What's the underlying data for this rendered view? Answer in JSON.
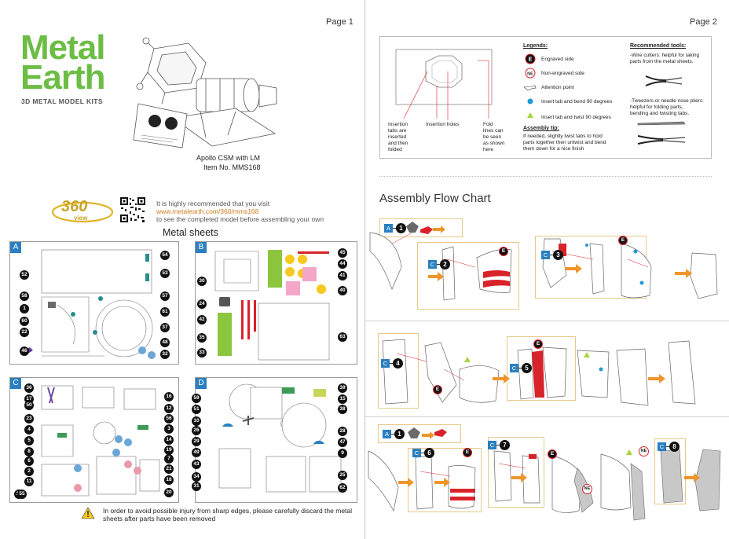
{
  "page1": {
    "page_label": "Page 1",
    "logo": {
      "line1": "Metal",
      "line2": "Earth",
      "tagline": "3D METAL MODEL KITS"
    },
    "model": {
      "name": "Apollo CSM with LM",
      "item": "Item  No.  MMS168"
    },
    "view360": {
      "big": "360",
      "small": "view"
    },
    "recommend": {
      "line1": "It is highly recommended that you visit",
      "url": "www.metalearth.com/360/mms168",
      "line3": "to see the completed model before assembling your own"
    },
    "sheets_title": "Metal sheets",
    "panels": {
      "A": {
        "label": "A",
        "left": [
          "52",
          "58",
          "1",
          "60",
          "22",
          "46"
        ],
        "right": [
          "54",
          "53",
          "57",
          "61",
          "37",
          "48",
          "32"
        ]
      },
      "B": {
        "label": "B",
        "left": [
          "30",
          "24",
          "42",
          "35",
          "33"
        ],
        "right": [
          "45",
          "44",
          "41",
          "40",
          "63"
        ]
      },
      "C": {
        "label": "C",
        "left": [
          "36",
          "17",
          "50",
          "23",
          "4",
          "5",
          "8",
          "6",
          "2",
          "11",
          "13",
          "55"
        ],
        "right": [
          "16",
          "12",
          "56",
          "3",
          "14",
          "19",
          "7",
          "21",
          "18",
          "20"
        ]
      },
      "D": {
        "label": "D",
        "left": [
          "59",
          "51",
          "10",
          "26",
          "29",
          "49",
          "43",
          "34",
          "31"
        ],
        "right": [
          "39",
          "15",
          "38",
          "28",
          "47",
          "9",
          "25",
          "62"
        ]
      }
    },
    "warning": "In order to avoid possible injury from sharp edges, please carefully discard the metal sheets after parts have been removed"
  },
  "page2": {
    "page_label": "Page 2",
    "diagram_labels": {
      "insertion_tabs": [
        "Insertion",
        "tabs are",
        "inserted",
        "and then",
        "folded"
      ],
      "insertion_holes": "Insertion holes",
      "fold_lines": [
        "Fold",
        "lines can",
        "be seen",
        "as shown",
        "here"
      ]
    },
    "legends": {
      "title": "Legends:",
      "items": [
        {
          "mark": "E",
          "text": "Engraved side"
        },
        {
          "mark": "NE",
          "text": "Non-engraved side"
        },
        {
          "mark": "hand",
          "text": "Attention point"
        },
        {
          "mark": "dot",
          "text": "Insert tab and bend 90 degrees"
        },
        {
          "mark": "tri",
          "text": "Insert tab and twist 90 degrees"
        }
      ]
    },
    "assembly_tip": {
      "title": "Assembly tip:",
      "lines": [
        "If needed, slightly twist tabs to hold",
        "parts together then untwist and bend",
        "them down for a nice finish"
      ]
    },
    "tools": {
      "title": "Recommended tools:",
      "cutters": [
        "-Wire cutters: helpful for taking",
        " parts from the metal sheets."
      ],
      "pliers": [
        "-Tweezers or needle nose pliers:",
        " helpful for folding parts,",
        " bending and twisting tabs."
      ]
    },
    "flow_title": "Assembly Flow Chart",
    "steps": {
      "row1": [
        {
          "sheet": "A",
          "num": "1"
        },
        {
          "sheet": "C",
          "num": "2"
        },
        {
          "sheet": "C",
          "num": "3"
        }
      ],
      "row2": [
        {
          "sheet": "C",
          "num": "4"
        },
        {
          "sheet": "C",
          "num": "5"
        }
      ],
      "row3": [
        {
          "sheet": "A",
          "num": "1"
        },
        {
          "sheet": "C",
          "num": "6"
        },
        {
          "sheet": "C",
          "num": "7"
        },
        {
          "sheet": "C",
          "num": "8"
        }
      ]
    },
    "marks": {
      "e": "E",
      "ne": "NE"
    }
  },
  "colors": {
    "brand_green": "#6cbd45",
    "sheet_blue": "#2a7fc0",
    "url_orange": "#d07a1c",
    "part_red": "#d8232a",
    "part_green": "#8cc63f",
    "part_yellow": "#f7c81e",
    "part_pink": "#f4a6c8",
    "arrow_orange": "#f0952b",
    "frame_tan": "#e8c888"
  }
}
